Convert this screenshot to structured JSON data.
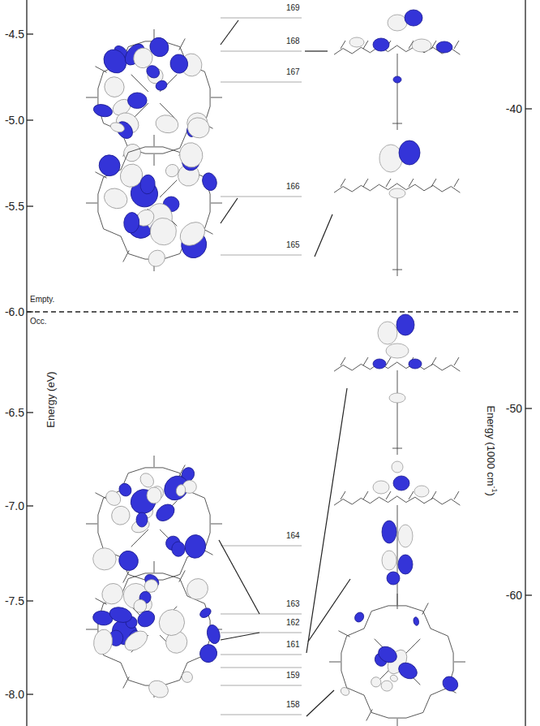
{
  "diagram": {
    "labels": [
      "-4.5",
      "-5.0",
      "-5.5",
      "-6.0",
      "-6.5",
      "-7.0",
      "-7.5",
      "-8.0",
      "Energy (eV)",
      "Empty.",
      "Occ.",
      "169",
      "168",
      "167",
      "166",
      "165",
      "164",
      "163",
      "162",
      "161",
      "159",
      "158",
      "-40",
      "-50",
      "-60",
      "Energy (1000 cm",
      "-1",
      ")"
    ]
  }
}
